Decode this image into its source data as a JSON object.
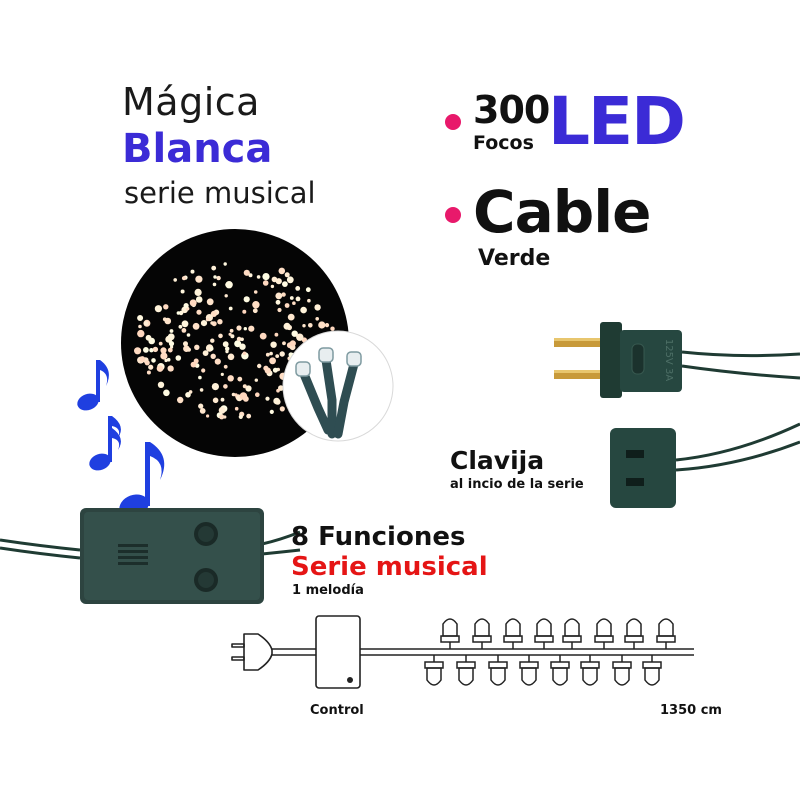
{
  "title": {
    "line1": "Mágica",
    "line2": "Blanca",
    "line3": "serie musical"
  },
  "features": {
    "led_count": "300",
    "led_unit": "Focos",
    "led_label": "LED",
    "cable_label": "Cable",
    "cable_color": "Verde"
  },
  "plug": {
    "title": "Clavija",
    "subtitle": "al incio de la serie",
    "socket_text": "125V 3A"
  },
  "functions": {
    "count_label": "8 Funciones",
    "musical_label": "Serie musical",
    "melody_label": "1 melodía"
  },
  "diagram": {
    "control_label": "Control",
    "length_label": "1350 cm"
  },
  "colors": {
    "accent_blue": "#3b2bd6",
    "accent_pink": "#e8196b",
    "accent_red": "#e51515",
    "cable_green": "#1f3b33",
    "music_note_blue": "#1f3fe0"
  },
  "icons": [
    "music-note-icon",
    "bullet-dot-icon",
    "plug-icon",
    "socket-icon",
    "led-bulb-icon"
  ]
}
